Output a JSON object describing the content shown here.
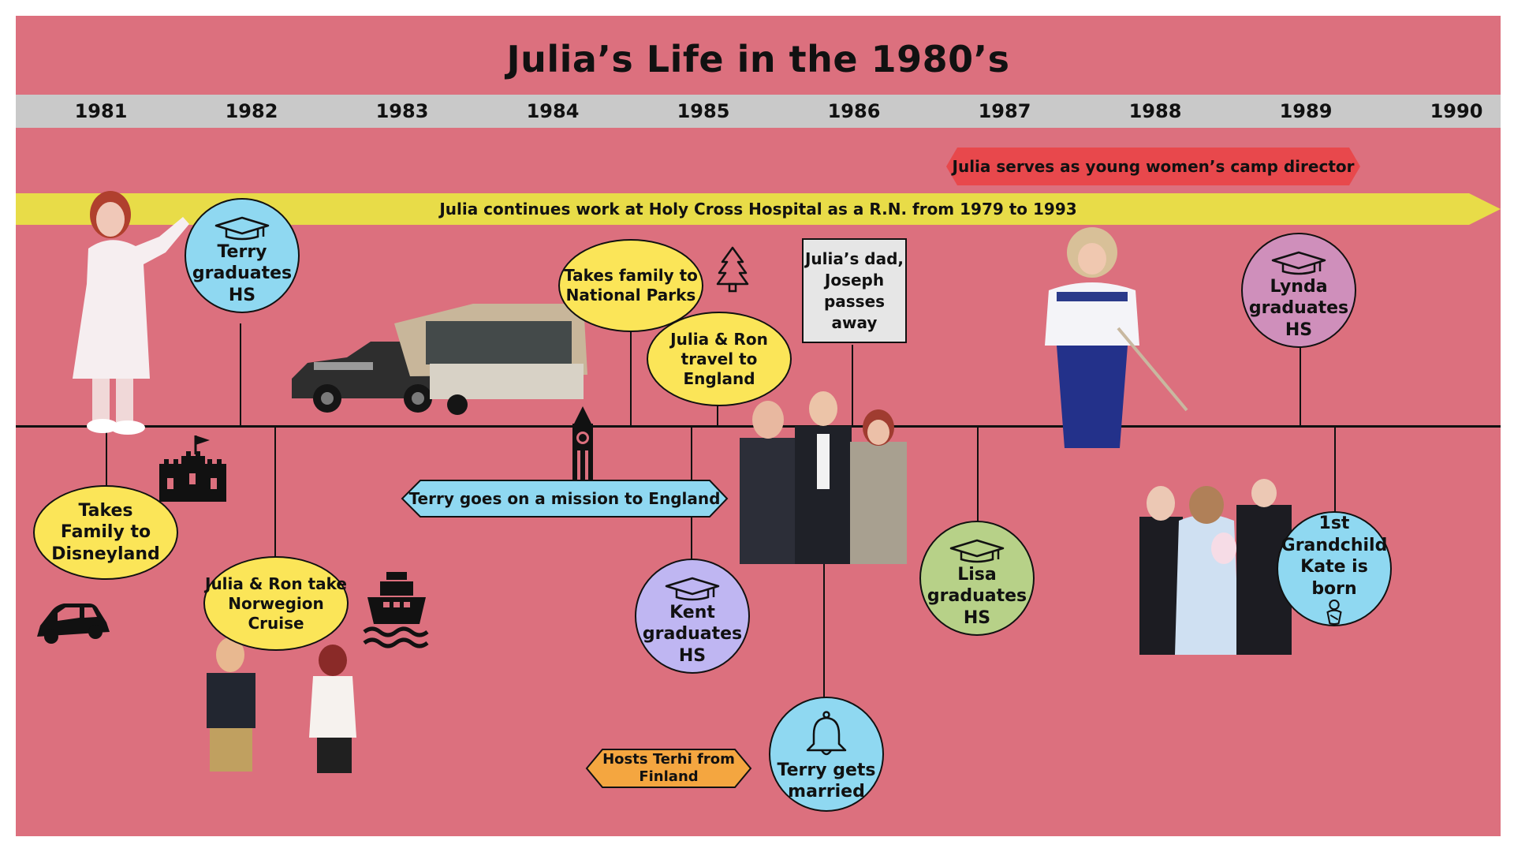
{
  "title": "Julia’s Life in the 1980’s",
  "years": [
    "1981",
    "1982",
    "1983",
    "1984",
    "1985",
    "1986",
    "1987",
    "1988",
    "1989",
    "1990"
  ],
  "banners": {
    "work": "Julia continues work at Holy Cross Hospital as a R.N. from 1979 to 1993",
    "camp": "Julia serves as young women’s camp director",
    "mission": "Terry goes on a mission to England",
    "terhi_line1": "Hosts Terhi  from",
    "terhi_line2": "Finland"
  },
  "events": {
    "disneyland": [
      "Takes",
      "Family to",
      "Disneyland"
    ],
    "terry_hs": [
      "Terry",
      "graduates",
      "HS"
    ],
    "cruise": [
      "Julia & Ron take",
      "Norwegion",
      "Cruise"
    ],
    "parks": [
      "Takes family to",
      "National Parks"
    ],
    "england": [
      "Julia & Ron",
      "travel to",
      "England"
    ],
    "kent_hs": [
      "Kent",
      "graduates",
      "HS"
    ],
    "joseph": [
      "Julia’s dad,",
      "Joseph",
      "passes away"
    ],
    "terry_married": [
      "Terry gets",
      "married"
    ],
    "lisa_hs": [
      "Lisa",
      "graduates",
      "HS"
    ],
    "lynda_hs": [
      "Lynda",
      "graduates",
      "HS"
    ],
    "grandchild": [
      "1st",
      "Grandchild",
      "Kate is born"
    ]
  },
  "colors": {
    "background": "#dc707e",
    "year_bar": "#c9c9c9",
    "work_banner": "#e8dc48",
    "camp_banner": "#e8484c",
    "mission_banner": "#8fd8f1",
    "terhi_banner": "#f4a640"
  },
  "icons": [
    "graduation-cap-icon",
    "car-icon",
    "castle-icon",
    "ship-icon",
    "pine-tree-icon",
    "big-ben-icon",
    "bell-icon",
    "baby-icon"
  ]
}
